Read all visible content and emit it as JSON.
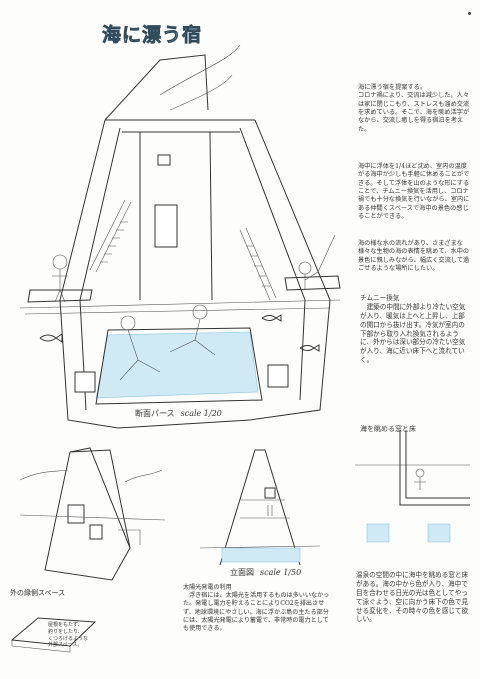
{
  "title": "海に漂う宿",
  "intro_text": "海に漂う宿を提案する。\nコロナ禍により、交流は減少した。人々は家に閉じこもり、ストレスも溜め交流を求めている。そこで、海を眺め活字がなから、交流し癒しを得る宿泊を考えた。",
  "concept_text": "海中に浮体を1/4ほど沈め、室内の温度がる海中が少しも手軽に休めることができる。そして浮体を山のような形にすることで、チムニー換気を活用し、コロナ禍でも十分な換気を行いながら、室内にある仲間くスペースで海中の景色の感じることができる。",
  "view_text": "海の様な水の流れがあり、さまざまな様々な生物の海の表情を眺めて、水中の景色に親しみながら、幅広く交流して過ごせるような場所にしたい。",
  "chimney_text": "チムニー換気\n　建築の中間に外部より冷たい空気が入り、暖気は上へと上昇し、上部の開口から抜け出す。冷気が室内の下部から取り入れ換気されるように、外からは深い部分の冷たい空気が入り、海に近い床下へと流れていく。",
  "caption_section": "断面パース",
  "caption_section_scale": "scale 1/20",
  "caption_elevation": "立面図",
  "caption_elevation_scale": "scale 1/50",
  "window_title": "海を眺める窓と床",
  "window_text": "温泉の空間の中に海中を眺める窓と床がある。海の中から色が入り、海中で目を合わせる日光の光は色としてやって泳ぐよう、空に向かう床下の色で見せる変化を、その時々の色を感じて欲しい。",
  "outer_title": "外の縁側スペース",
  "outer_note": "屋根をもたず、\n釣りをしたり、\nくつろげるような\n外部スペース。",
  "energy_text": "太陽光発電の利用\n　浮き宿には、太陽光を活用するものは多いいなかった。発電し電力を貯えることによりCO2を排出させず、地球環境にやさしい。海に浮かぶ島の主たる部分には、太陽光発電により蓄電で、非常時の電力としても使用できる。",
  "colors": {
    "water": "#cfe9f5",
    "water_edge": "#8ec3db",
    "ink": "#333333",
    "title_fill": "#cfe6f2"
  }
}
